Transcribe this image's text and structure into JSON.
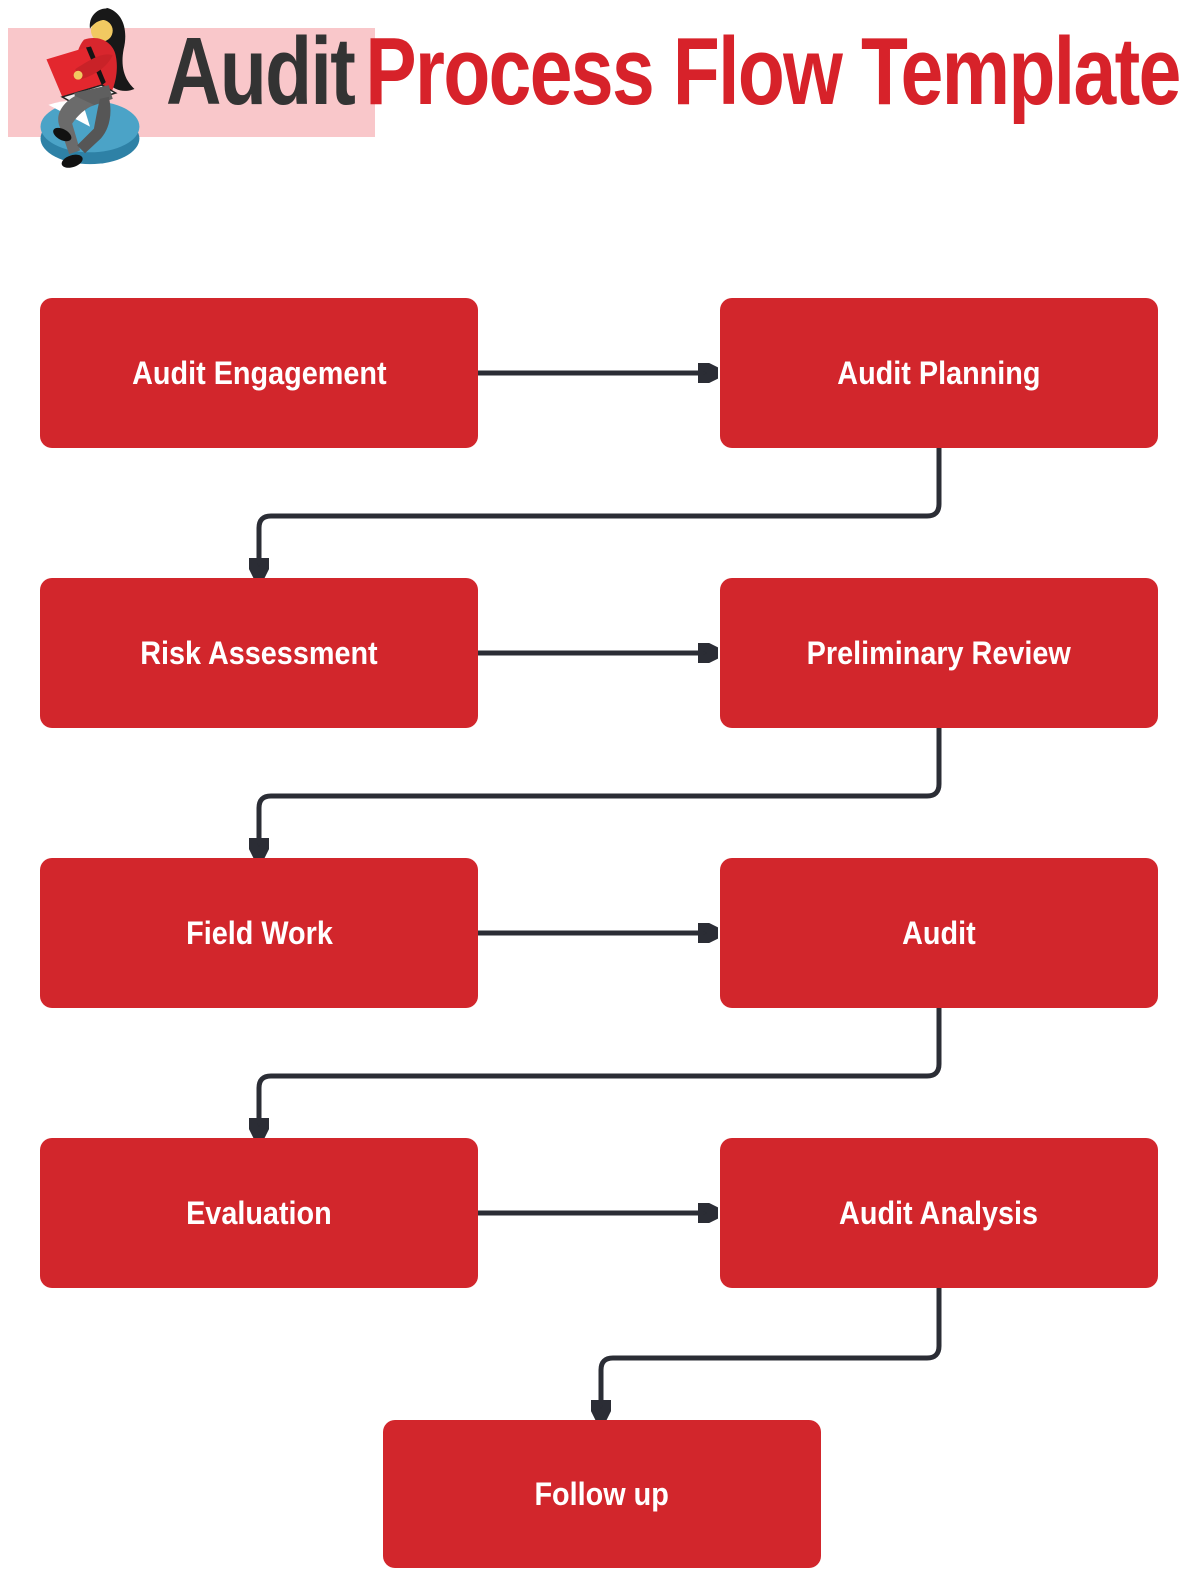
{
  "title": {
    "highlight": "Audit",
    "rest": "Process Flow Template"
  },
  "header": {
    "icon": "woman-working-on-laptop-sitting-on-pie-chart"
  },
  "colors": {
    "node_red": "#D2262C",
    "node_text": "#FFFFFF",
    "title_dark": "#333333",
    "title_red": "#D7222A",
    "highlight_band_pink": "#F9C7CA",
    "connector_dark": "#2B2D35",
    "pie_chart_teal": "#4BA3C7"
  },
  "nodes": [
    {
      "id": "audit-engagement",
      "label": "Audit Engagement"
    },
    {
      "id": "audit-planning",
      "label": "Audit Planning"
    },
    {
      "id": "risk-assessment",
      "label": "Risk Assessment"
    },
    {
      "id": "preliminary-review",
      "label": "Preliminary Review"
    },
    {
      "id": "field-work",
      "label": "Field Work"
    },
    {
      "id": "audit",
      "label": "Audit"
    },
    {
      "id": "evaluation",
      "label": "Evaluation"
    },
    {
      "id": "audit-analysis",
      "label": "Audit Analysis"
    },
    {
      "id": "follow-up",
      "label": "Follow up"
    }
  ],
  "connections": [
    {
      "from": "audit-engagement",
      "to": "audit-planning"
    },
    {
      "from": "audit-planning",
      "to": "risk-assessment"
    },
    {
      "from": "risk-assessment",
      "to": "preliminary-review"
    },
    {
      "from": "preliminary-review",
      "to": "field-work"
    },
    {
      "from": "field-work",
      "to": "audit"
    },
    {
      "from": "audit",
      "to": "evaluation"
    },
    {
      "from": "evaluation",
      "to": "audit-analysis"
    },
    {
      "from": "audit-analysis",
      "to": "follow-up"
    }
  ]
}
